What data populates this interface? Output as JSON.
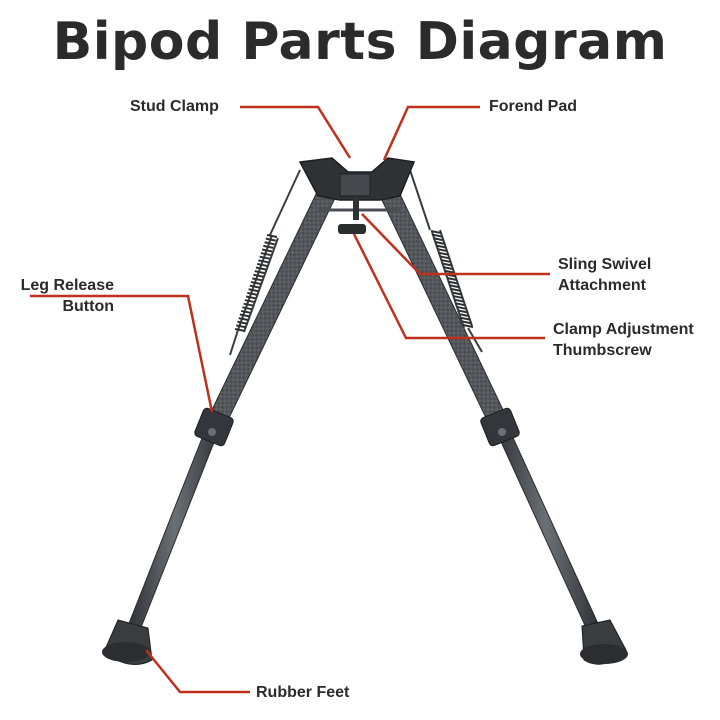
{
  "title": "Bipod Parts Diagram",
  "callouts": {
    "stud_clamp": {
      "lines": [
        "Stud Clamp"
      ]
    },
    "forend_pad": {
      "lines": [
        "Forend Pad"
      ]
    },
    "leg_release": {
      "lines": [
        "Leg Release",
        "Button"
      ]
    },
    "sling_swivel": {
      "lines": [
        "Sling Swivel",
        "Attachment"
      ]
    },
    "clamp_adjust": {
      "lines": [
        "Clamp Adjustment",
        "Thumbscrew"
      ]
    },
    "rubber_feet": {
      "lines": [
        "Rubber Feet"
      ]
    }
  },
  "colors": {
    "leader": "#c0301e",
    "text": "#2b2b2b",
    "metal_dark": "#3a3d40",
    "metal_mid": "#5c6064"
  }
}
